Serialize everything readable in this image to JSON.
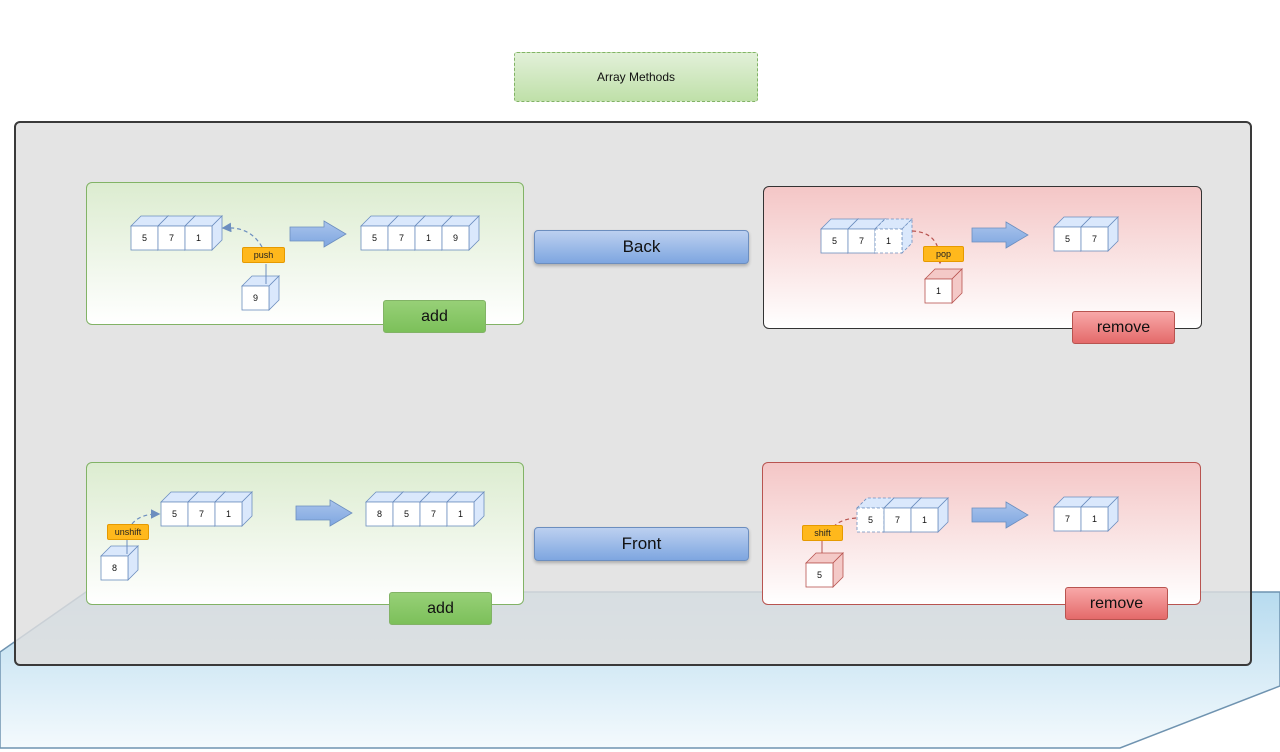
{
  "title": "Array Methods",
  "labels": {
    "back": "Back",
    "front": "Front",
    "add": "add",
    "remove": "remove"
  },
  "methods": {
    "push": "push",
    "pop": "pop",
    "unshift": "unshift",
    "shift": "shift"
  },
  "arrays": {
    "push_before": [
      "5",
      "7",
      "1"
    ],
    "push_item": "9",
    "push_after": [
      "5",
      "7",
      "1",
      "9"
    ],
    "pop_before": [
      "5",
      "7",
      "1"
    ],
    "pop_item": "1",
    "pop_after": [
      "5",
      "7"
    ],
    "unshift_before": [
      "5",
      "7",
      "1"
    ],
    "unshift_item": "8",
    "unshift_after": [
      "8",
      "5",
      "7",
      "1"
    ],
    "shift_before": [
      "5",
      "7",
      "1"
    ],
    "shift_item": "5",
    "shift_after": [
      "7",
      "1"
    ]
  },
  "colors": {
    "add_panel": "#d5e8d4",
    "remove_panel": "#f8cecc",
    "mid_button": "#7ea6e0",
    "method_tag": "#ffb81c",
    "cube_face": "#ffffff",
    "cube_side": "#dae8fc",
    "cube_border": "#6c8ebf",
    "arrow": "#7ea6e0"
  }
}
